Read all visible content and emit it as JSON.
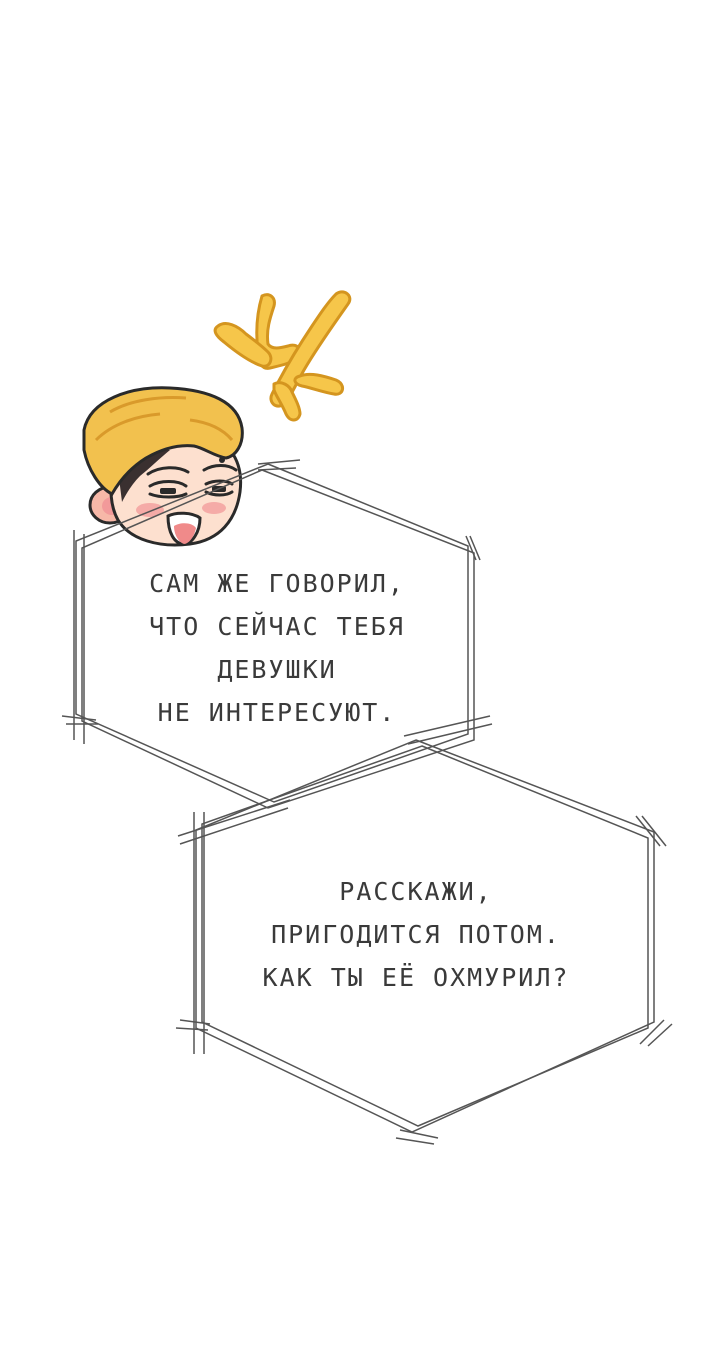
{
  "bubbles": [
    {
      "lines": [
        "САМ ЖЕ ГОВОРИЛ,",
        "ЧТО СЕЙЧАС ТЕБЯ",
        "ДЕВУШКИ",
        "НЕ ИНТЕРЕСУЮТ."
      ]
    },
    {
      "lines": [
        "РАССКАЖИ,",
        "ПРИГОДИТСЯ ПОТОМ.",
        "КАК ТЫ ЕЁ ОХМУРИЛ?"
      ]
    }
  ],
  "colors": {
    "background": "#ffffff",
    "bubble_outline": "#555555",
    "text": "#3a3a3a",
    "hair": "#f2c14e",
    "hair_shadow": "#d99a2b",
    "skin": "#fde0cf",
    "blush": "#f29a9a",
    "sparkle": "#f6c64a"
  },
  "character": {
    "icon": "blushing-character-face-icon"
  }
}
